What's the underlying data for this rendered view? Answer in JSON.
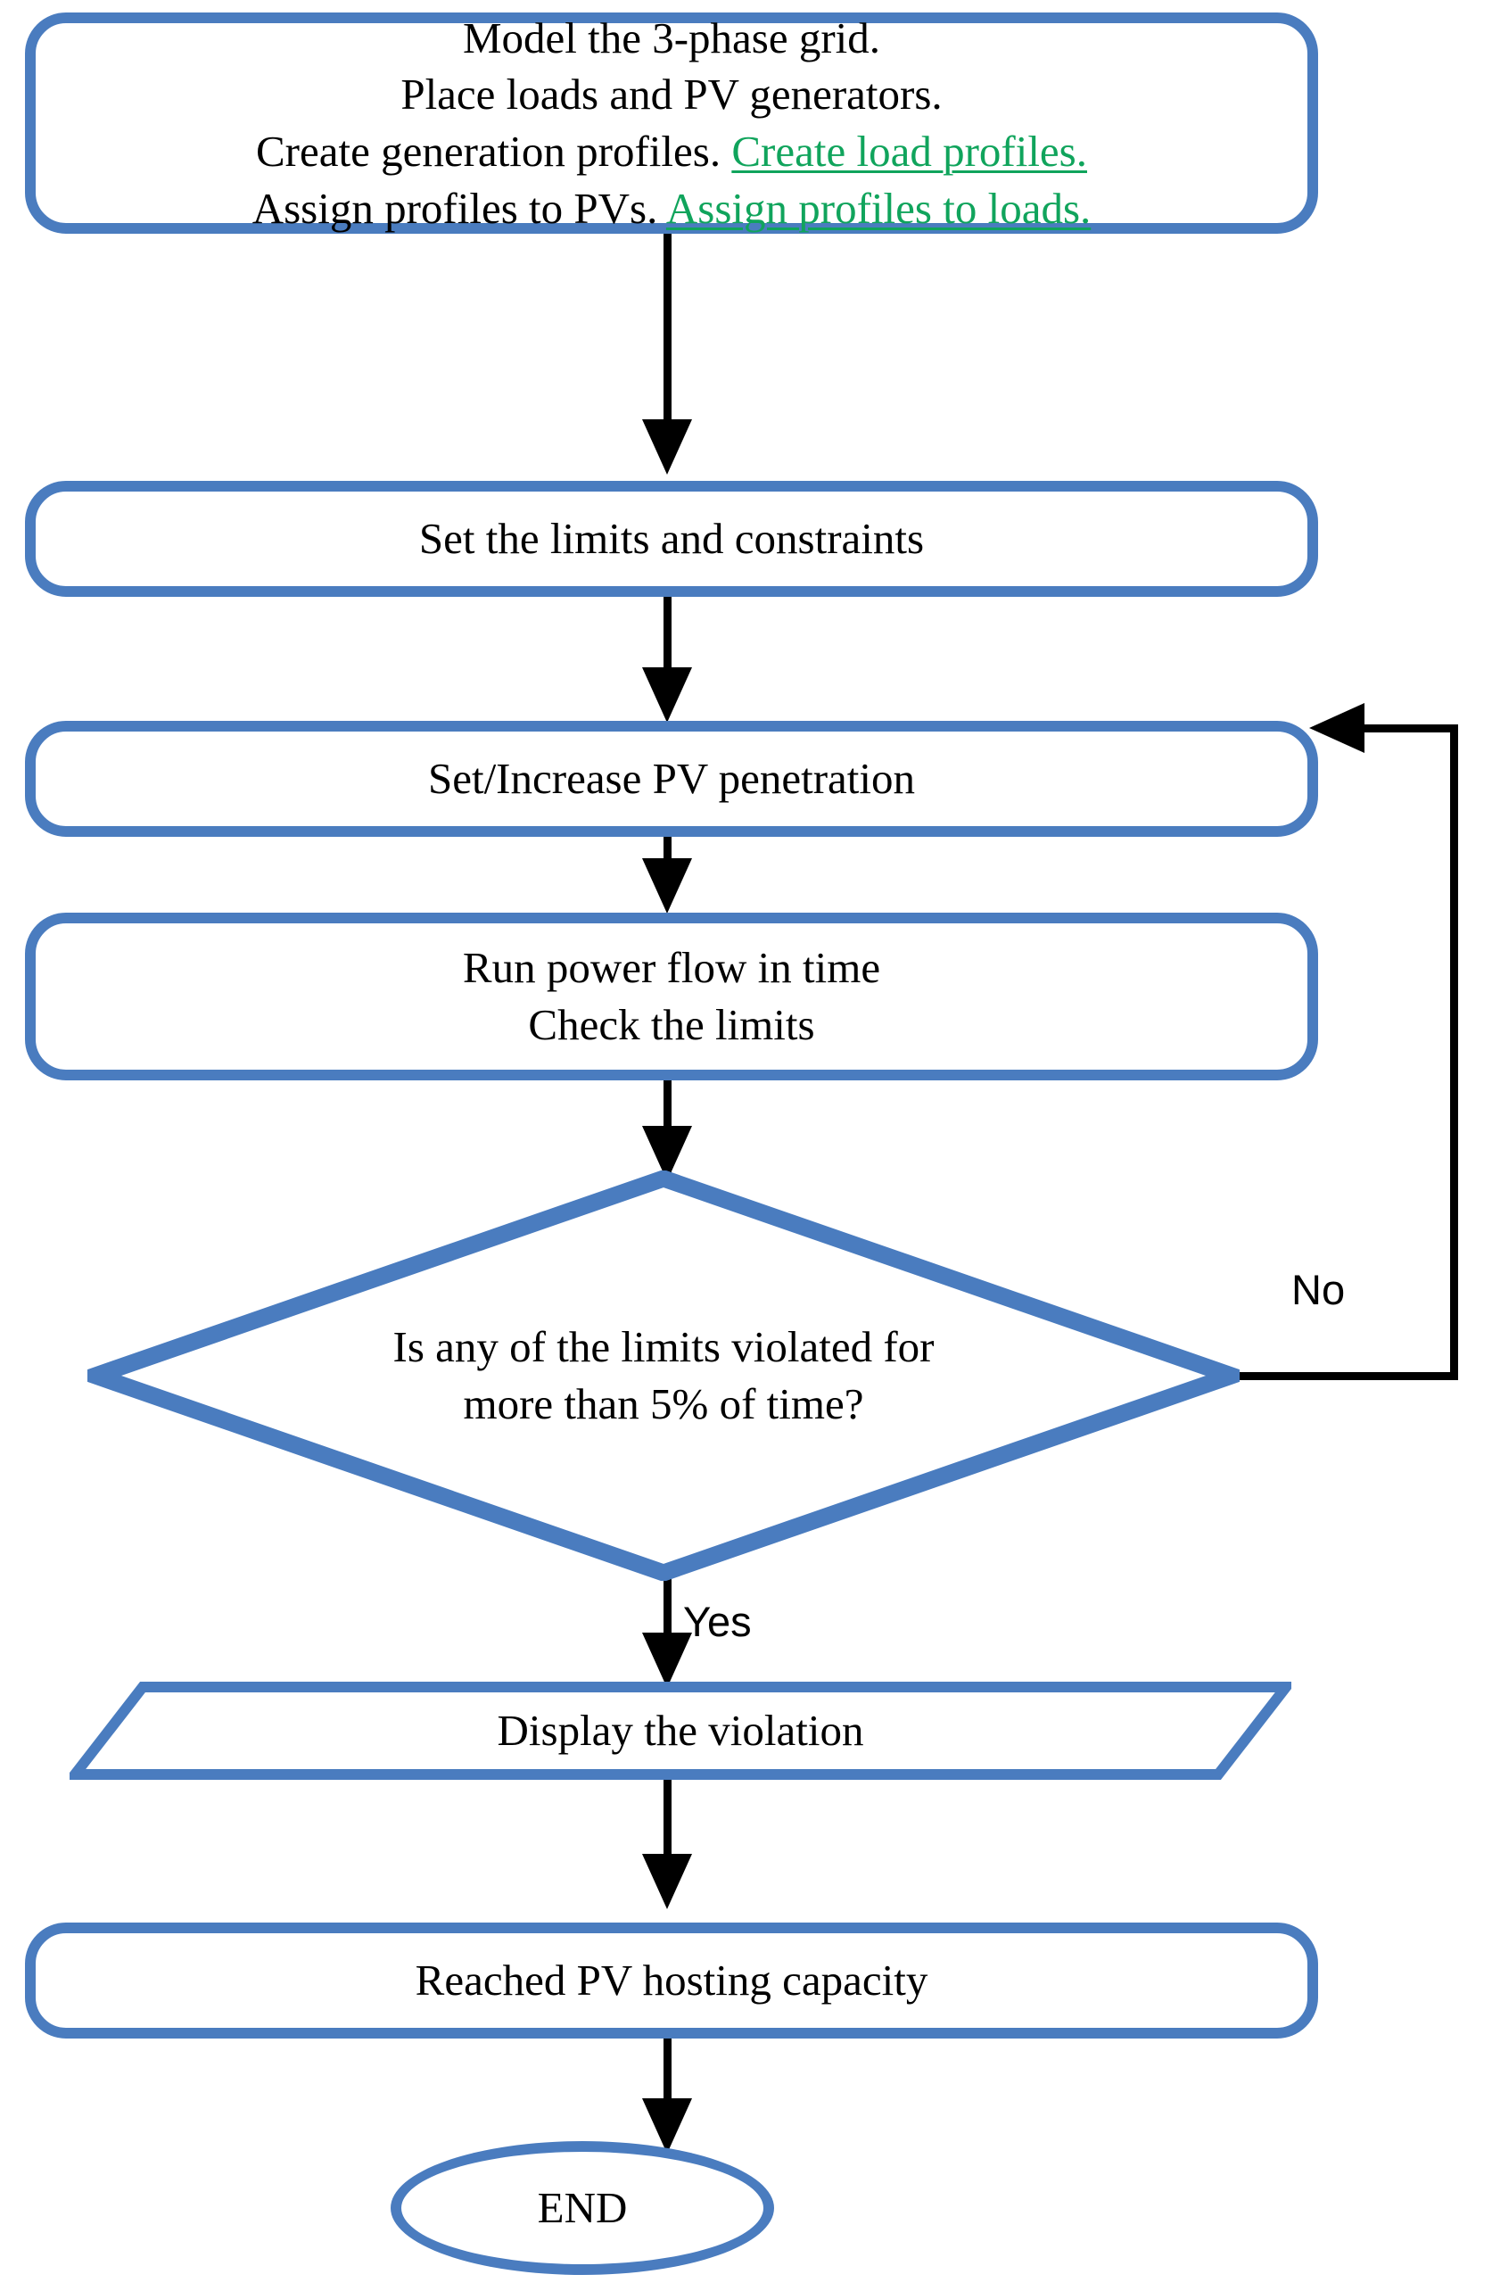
{
  "diagram": {
    "title": "PV hosting capacity determination flowchart",
    "colors": {
      "node_border_blue": "#4A7CBF",
      "highlight_green": "#10A45C",
      "connector_black": "#000000",
      "background": "#FFFFFF"
    }
  },
  "nodes": {
    "setup": {
      "shape": "rounded-rectangle",
      "lines": [
        {
          "text": "Model the 3-phase grid."
        },
        {
          "text": "Place loads and PV generators."
        }
      ],
      "line3_black": "Create generation profiles.",
      "line3_green": "Create load profiles.",
      "line4_black": "Assign profiles to PVs.",
      "line4_green": "Assign profiles to loads."
    },
    "limits": {
      "shape": "rounded-rectangle",
      "label": "Set the limits and constraints"
    },
    "penetration": {
      "shape": "rounded-rectangle",
      "label": "Set/Increase PV penetration"
    },
    "powerflow": {
      "shape": "rounded-rectangle",
      "line1": "Run power flow in time",
      "line2": "Check the limits"
    },
    "decision": {
      "shape": "diamond",
      "line1": "Is any of the limits violated for",
      "line2": "more than 5% of time?"
    },
    "display": {
      "shape": "parallelogram",
      "label": "Display the violation"
    },
    "capacity": {
      "shape": "rounded-rectangle",
      "label": "Reached PV hosting capacity"
    },
    "end": {
      "shape": "ellipse",
      "label": "END"
    }
  },
  "edges": {
    "no_label": "No",
    "yes_label": "Yes"
  }
}
